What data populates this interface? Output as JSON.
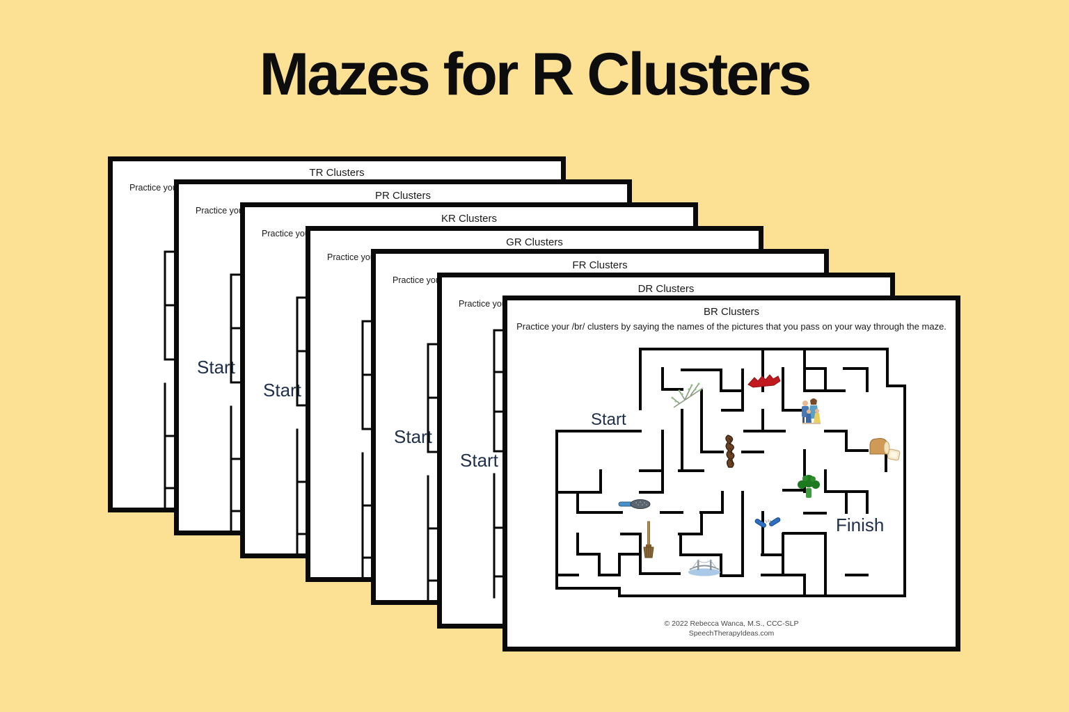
{
  "background_color": "#FCE094",
  "title": "Mazes for R Clusters",
  "accent_text_color": "#20304a",
  "pages": [
    {
      "label": "TR Clusters",
      "practice_text": "Practice you",
      "start_label": ""
    },
    {
      "label": "PR Clusters",
      "practice_text": "Practice you",
      "start_label": "Start"
    },
    {
      "label": "KR Clusters",
      "practice_text": "Practice you",
      "start_label": "Start"
    },
    {
      "label": "GR Clusters",
      "practice_text": "Practice you",
      "start_label": ""
    },
    {
      "label": "FR Clusters",
      "practice_text": "Practice you",
      "start_label": "Start"
    },
    {
      "label": "DR Clusters",
      "practice_text": "Practice you",
      "start_label": "Start"
    },
    {
      "label": "BR Clusters",
      "practice_text": "Practice your /br/ clusters by saying the names of the pictures that you pass on your way through the maze.",
      "start_label": "Start",
      "finish_label": "Finish",
      "credit_line1": "© 2022 Rebecca Wanca, M.S., CCC-SLP",
      "credit_line2": "SpeechTherapyIdeas.com",
      "maze_items": [
        "branch",
        "bracelet",
        "brothers",
        "bread",
        "braid",
        "broccoli",
        "brush",
        "broken",
        "broom",
        "bridge"
      ]
    }
  ]
}
